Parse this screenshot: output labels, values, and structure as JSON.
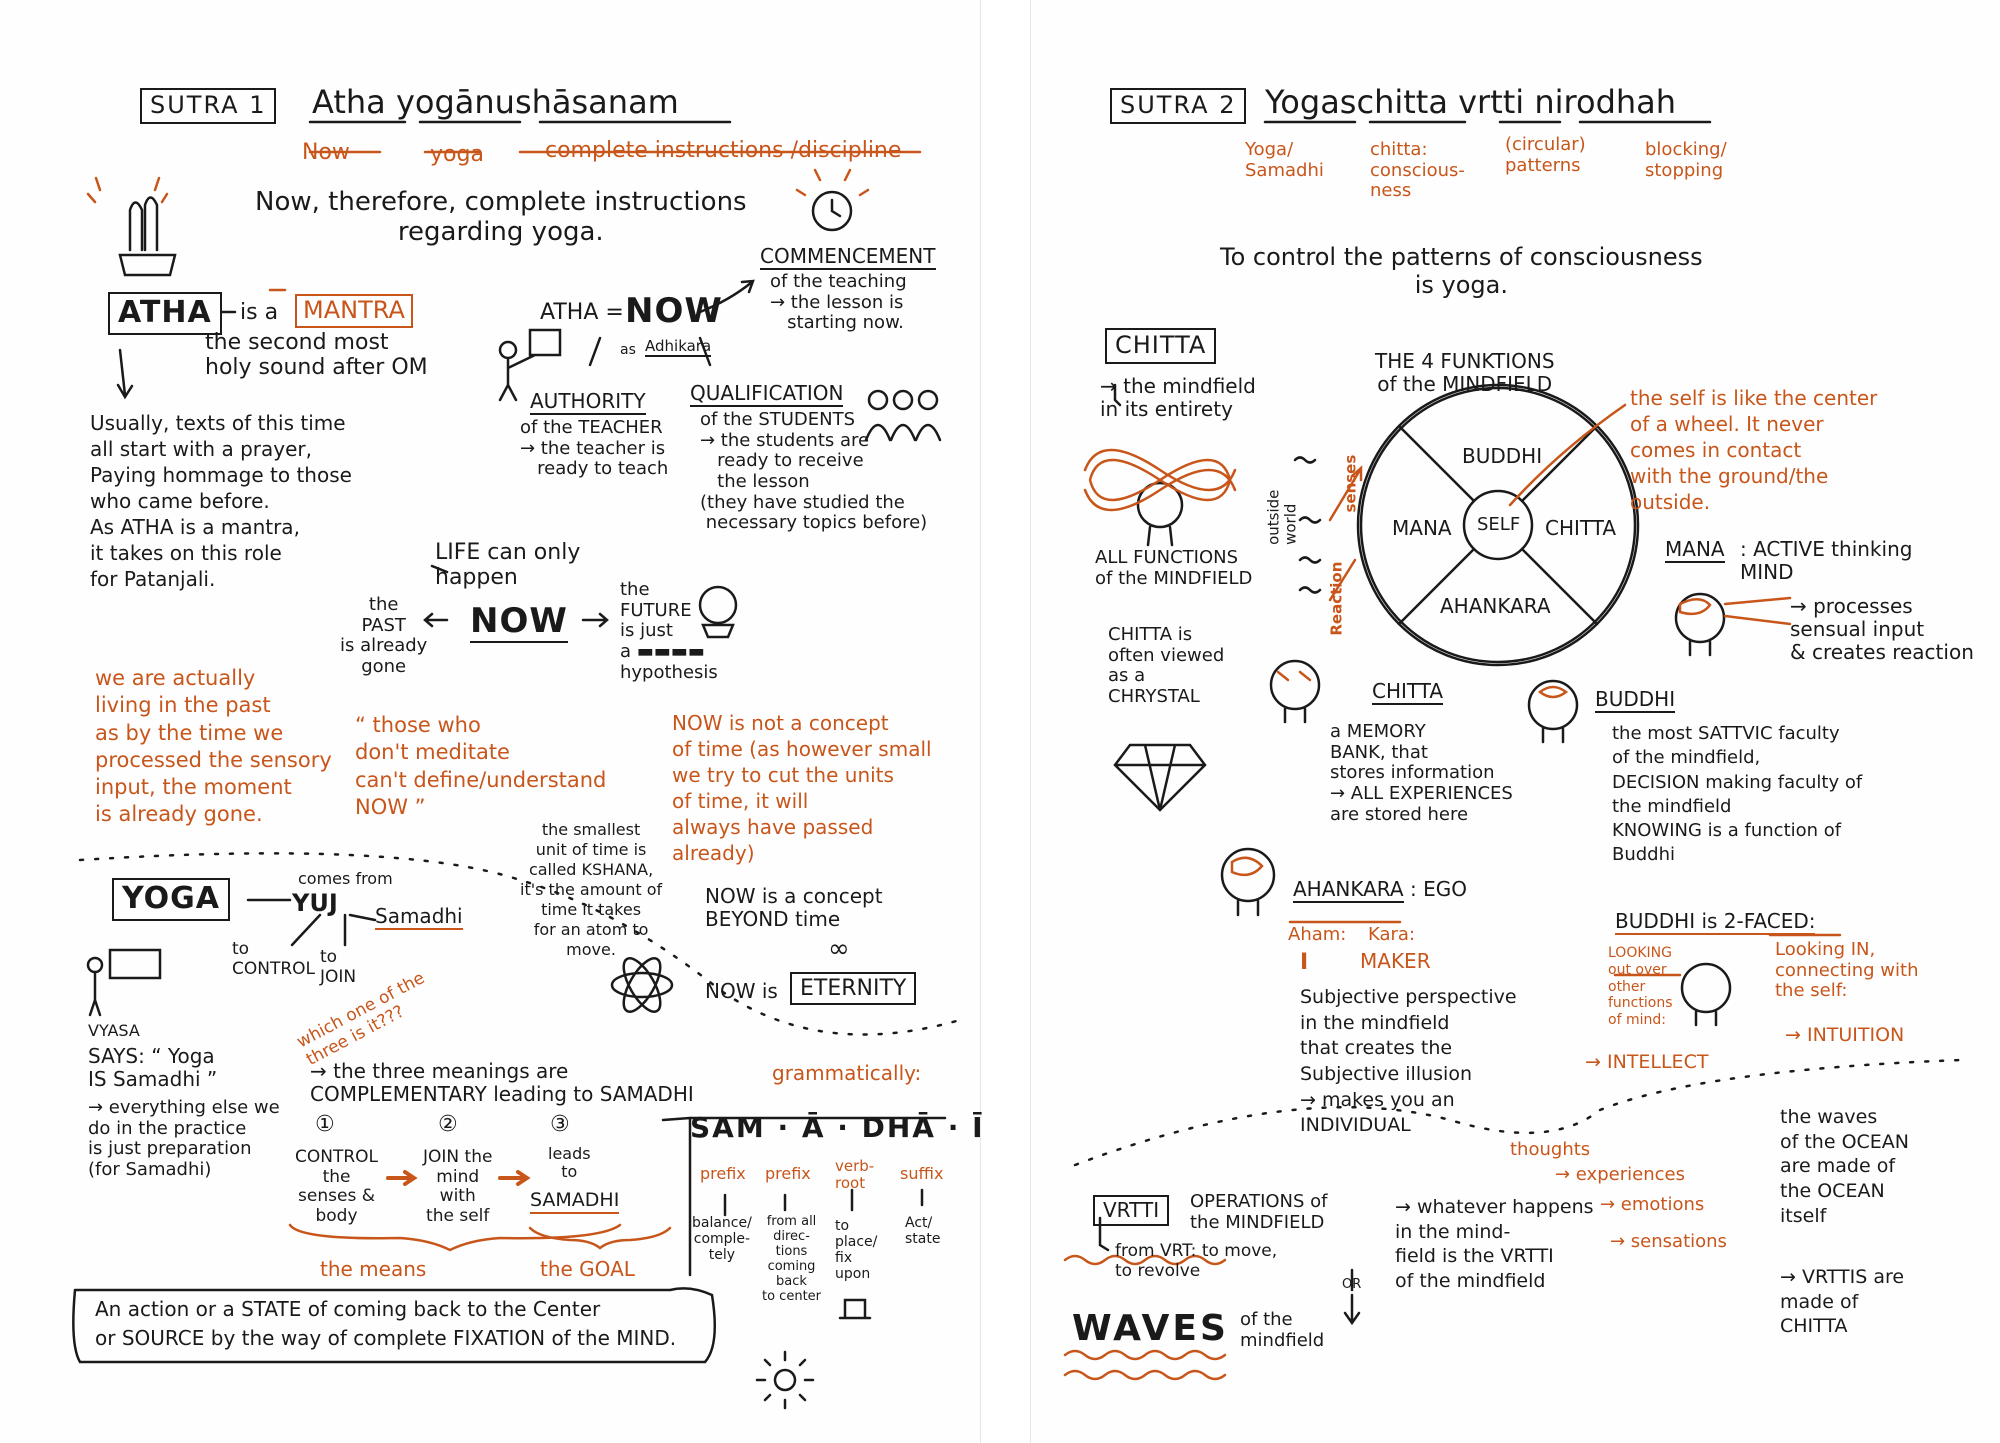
{
  "colors": {
    "ink": "#1a1a1a",
    "accent": "#c8561b",
    "paper": "#fefefe"
  },
  "sutra1": {
    "tag": "SUTRA 1",
    "title": "Atha yogānushāsanam",
    "gloss": [
      "Now",
      "yoga",
      "complete instructions /discipline"
    ],
    "translation": "Now, therefore, complete instructions\nregarding yoga.",
    "atha_box": "ATHA",
    "atha_is": "is a",
    "mantra": "MANTRA",
    "second_most": "the second most\nholy sound after OM",
    "usually": "Usually, texts of this time\nall start with a prayer,\nPaying hommage to those\nwho came before.\nAs ATHA is a mantra,\nit takes on this role\nfor Patanjali.",
    "atha_eq": "ATHA =",
    "now_big": "NOW",
    "as_label": "as",
    "adhikara": "Adhikara",
    "commencement": "COMMENCEMENT",
    "commencement_sub": "of the teaching\n→ the lesson is\n   starting now.",
    "authority": "AUTHORITY",
    "authority_sub": "of the TEACHER\n→ the teacher is\n   ready to teach",
    "qualification": "QUALIFICATION",
    "qualification_sub": "of the STUDENTS\n→ the students are\n   ready to receive\n   the lesson\n(they have studied the\n necessary topics before)",
    "life_now": "LIFE can only\nhappen",
    "now2": "NOW",
    "past": "the\nPAST\nis already\ngone",
    "future": "the\nFUTURE\nis just\na ▬▬▬▬\nhypothesis",
    "living_past": "we are actually\nliving in the past\nas by the time we\nprocessed the sensory\ninput, the moment\nis already gone.",
    "meditate": "“ those who\ndon't meditate\ncan't define/understand\nNOW ”",
    "not_concept": "NOW is not a concept\nof time (as however small\nwe try to cut the units\nof time, it will\nalways have passed\nalready)",
    "kshana": "the smallest\nunit of time is\ncalled KSHANA,\nit's the amount of\ntime it takes\nfor an atom to\nmove.",
    "beyond": "NOW is a concept\nBEYOND time",
    "infinity": "∞",
    "eternity_pre": "NOW is",
    "eternity": "ETERNITY",
    "yoga_box": "YOGA",
    "comes_from": "comes from",
    "yuj": "YUJ",
    "samadhi_top": "Samadhi",
    "to_control": "to\nCONTROL",
    "to_join": "to\nJOIN",
    "which_one": "which one of the\nthree is it???",
    "vyasa": "VYASA",
    "says": "SAYS: “ Yoga\nIS Samadhi ”",
    "everything_else": "→ everything else we\ndo in the practice\nis just preparation\n(for Samadhi)",
    "three_meanings": "→ the three meanings are\nCOMPLEMENTARY leading to SAMADHI",
    "grammatically": "grammatically:",
    "step1_num": "①",
    "step1": "CONTROL\nthe\nsenses &\nbody",
    "step2_num": "②",
    "step2": "JOIN the\nmind\nwith\nthe self",
    "step3_num": "③",
    "step3_pre": "leads\nto",
    "step3": "SAMADHI",
    "the_means": "the means",
    "the_goal": "the GOAL",
    "samadhi_split": "SAM · Ā · DHĀ · Ī",
    "prefix1": "prefix",
    "prefix1_sub": "balance/\ncomple-\ntely",
    "prefix2": "prefix",
    "prefix2_sub": "from all\ndirec-\ntions\ncoming\nback\nto center",
    "verb_root": "verb-\nroot",
    "verb_root_sub": "to\nplace/\nfix\nupon",
    "suffix": "suffix",
    "suffix_sub": "Act/\nstate",
    "definition": "An action or a STATE of coming back to the Center\nor SOURCE by the way of complete FIXATION of the MIND."
  },
  "sutra2": {
    "tag": "SUTRA 2",
    "title": "Yogaschitta vrtti nirodhah",
    "gloss": [
      "Yoga/\nSamadhi",
      "chitta:\nconscious-\nness",
      "(circular)\npatterns",
      "blocking/\nstopping"
    ],
    "translation": "To control the patterns of consciousness\nis yoga.",
    "chitta_box": "CHITTA",
    "mindfield": "→ the mindfield\nin its entirety",
    "all_functions": "ALL FUNCTIONS\nof the MINDFIELD",
    "crystal_note": "CHITTA is\noften viewed\nas a\nCHRYSTAL",
    "four_functions": "THE 4 FUNKTIONS\nof the MINDFIELD",
    "wheel_buddhi": "BUDDHI",
    "wheel_mana": "MANA",
    "wheel_self": "SELF",
    "wheel_chitta": "CHITTA",
    "wheel_ahankara": "AHANKARA",
    "outside_world": "outside\nworld",
    "senses": "senses",
    "reaction": "Reaction",
    "self_note": "the self is like the center\nof a wheel. It never\ncomes in contact\nwith the ground/the\noutside.",
    "mana_title": "MANA",
    "mana_desc": ": ACTIVE thinking\nMIND",
    "mana_process": "→ processes\nsensual input\n& creates reaction",
    "chitta_title": "CHITTA",
    "chitta_desc": "a MEMORY\nBANK, that\nstores information\n→ ALL EXPERIENCES\nare stored here",
    "buddhi_title": "BUDDHI",
    "buddhi_desc": "the most SATTVIC faculty\nof the mindfield,\nDECISION making faculty of\nthe mindfield\nKNOWING is a function of\nBuddhi",
    "ahankara_title": "AHANKARA",
    "ahankara_ego": ": EGO",
    "aham": "Aham:",
    "aham_i": "I",
    "kara": "Kara:",
    "kara_maker": "MAKER",
    "ahankara_desc": "Subjective perspective\nin the mindfield\nthat creates the\nSubjective illusion\n→ makes you an\nINDIVIDUAL",
    "buddhi_two": "BUDDHI is 2-FACED:",
    "looking_out": "LOOKING\nout over\nother\nfunctions\nof mind:",
    "looking_in": "Looking IN,\nconnecting with\nthe self:",
    "intellect": "→ INTELLECT",
    "intuition": "→ INTUITION",
    "vrtti_box": "VRTTI",
    "operations": "OPERATIONS of\nthe MINDFIELD",
    "from_vrt": "from VRT: to move,\nto revolve",
    "waves_big": "WAVES",
    "waves_of": "of the\nmindfield",
    "or_label": "OR",
    "whatever": "→ whatever happens\nin the mind-\nfield is the VRTTI\nof the mindfield",
    "thoughts": "thoughts",
    "experiences": "→ experiences",
    "emotions": "→ emotions",
    "sensations": "→ sensations",
    "ocean": "the waves\nof the OCEAN\nare made of\nthe OCEAN\nitself",
    "vrttis_made": "→ VRTTIS are\nmade of\nCHITTA"
  }
}
